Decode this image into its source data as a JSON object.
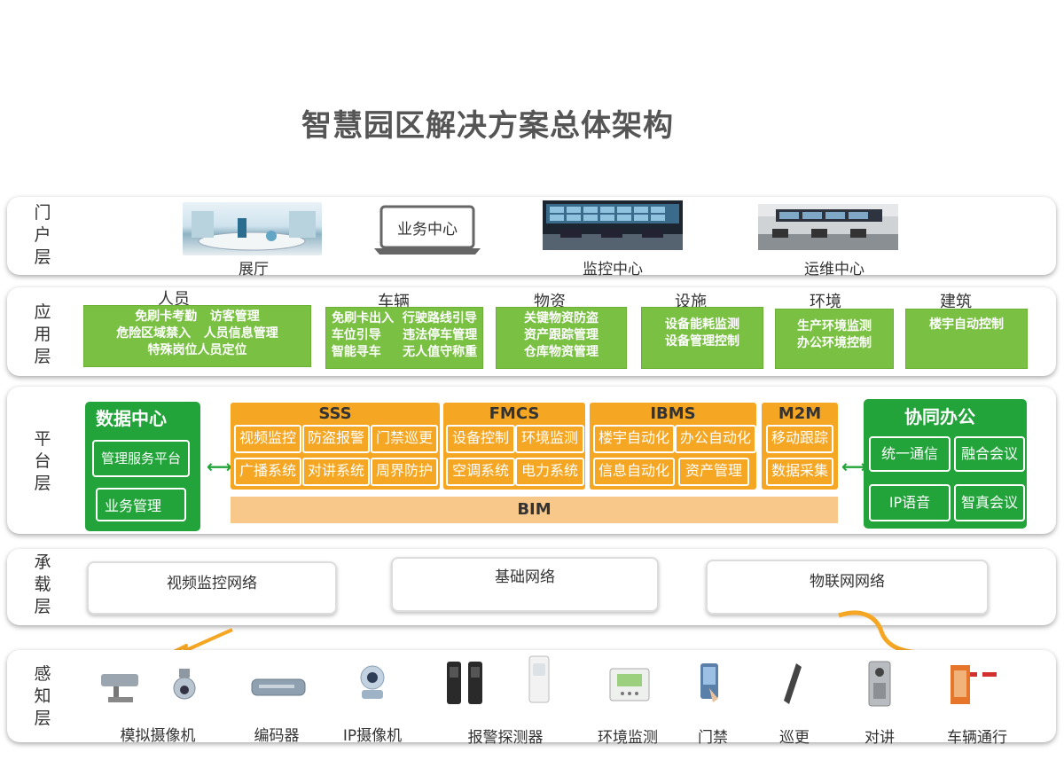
{
  "title": "智慧园区解决方案总体架构",
  "layers": {
    "portal": "门户层",
    "application": "应用层",
    "platform": "平台层",
    "bearer": "承载层",
    "perception": "感知层"
  },
  "portal": {
    "items": [
      "展厅",
      "业务中心",
      "监控中心",
      "运维中心"
    ]
  },
  "application": {
    "categories": [
      {
        "name": "人员",
        "lines": "免刷卡考勤   访客管理\n危险区域禁入   人员信息管理\n特殊岗位人员定位"
      },
      {
        "name": "车辆",
        "lines": "免刷卡出入  行驶路线引导\n车位引导     违法停车管理\n智能寻车     无人值守称重"
      },
      {
        "name": "物资",
        "lines": "关键物资防盗\n资产跟踪管理\n仓库物资管理"
      },
      {
        "name": "设施",
        "lines": "设备能耗监测\n设备管理控制"
      },
      {
        "name": "环境",
        "lines": "生产环境监测\n办公环境控制"
      },
      {
        "name": "建筑",
        "lines": "楼宇自动控制"
      }
    ]
  },
  "platform": {
    "data_center": {
      "title": "数据中心",
      "items": [
        "管理服务平台",
        "业务管理"
      ]
    },
    "groups": [
      {
        "name": "SSS",
        "cells": [
          "视频监控",
          "防盗报警",
          "门禁巡更",
          "广播系统",
          "对讲系统",
          "周界防护"
        ]
      },
      {
        "name": "FMCS",
        "cells": [
          "设备控制",
          "环境监测",
          "空调系统",
          "电力系统"
        ]
      },
      {
        "name": "IBMS",
        "cells": [
          "楼宇自动化",
          "办公自动化",
          "信息自动化",
          "资产管理"
        ]
      },
      {
        "name": "M2M",
        "cells": [
          "移动跟踪",
          "数据采集"
        ]
      }
    ],
    "bim": "BIM",
    "office": {
      "title": "协同办公",
      "items": [
        "统一通信",
        "融合会议",
        "IP语音",
        "智真会议"
      ]
    }
  },
  "bearer": {
    "networks": [
      "视频监控网络",
      "基础网络",
      "物联网网络"
    ]
  },
  "perception": {
    "devices": [
      "模拟摄像机",
      "编码器",
      "IP摄像机",
      "报警探测器",
      "环境监测",
      "门禁",
      "巡更",
      "对讲",
      "车辆通行"
    ]
  },
  "colors": {
    "green_app": "#7ac143",
    "green_platform": "#22a43a",
    "orange": "#f5a623",
    "bim": "#f8c88a"
  }
}
